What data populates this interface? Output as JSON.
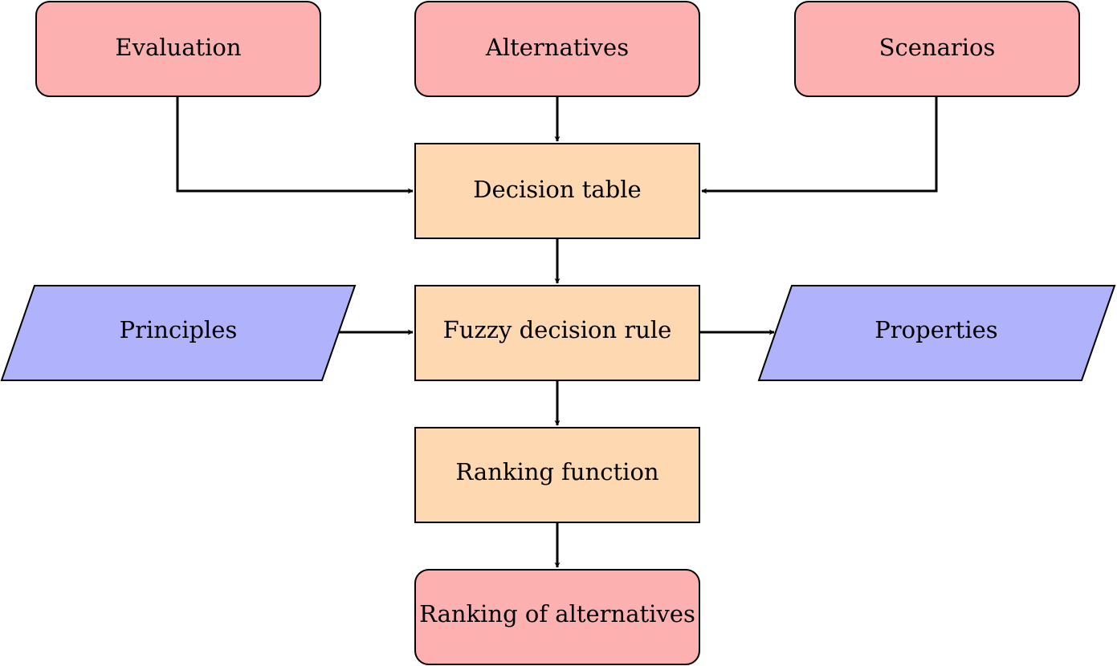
{
  "colors": {
    "terminal_fill": "#fcb0b0",
    "process_fill": "#fdd8b1",
    "io_fill": "#b1b2fc",
    "stroke": "#000000"
  },
  "nodes": {
    "evaluation": {
      "label": "Evaluation",
      "shape": "rounded-rectangle"
    },
    "alternatives": {
      "label": "Alternatives",
      "shape": "rounded-rectangle"
    },
    "scenarios": {
      "label": "Scenarios",
      "shape": "rounded-rectangle"
    },
    "decision_table": {
      "label": "Decision table",
      "shape": "rectangle"
    },
    "principles": {
      "label": "Principles",
      "shape": "parallelogram"
    },
    "fuzzy_decision_rule": {
      "label": "Fuzzy decision rule",
      "shape": "rectangle"
    },
    "properties": {
      "label": "Properties",
      "shape": "parallelogram"
    },
    "ranking_function": {
      "label": "Ranking function",
      "shape": "rectangle"
    },
    "ranking_of_alternatives": {
      "label": "Ranking of alternatives",
      "shape": "rounded-rectangle"
    }
  },
  "edges": [
    {
      "from": "evaluation",
      "to": "decision_table"
    },
    {
      "from": "alternatives",
      "to": "decision_table"
    },
    {
      "from": "scenarios",
      "to": "decision_table"
    },
    {
      "from": "decision_table",
      "to": "fuzzy_decision_rule"
    },
    {
      "from": "principles",
      "to": "fuzzy_decision_rule"
    },
    {
      "from": "fuzzy_decision_rule",
      "to": "properties"
    },
    {
      "from": "fuzzy_decision_rule",
      "to": "ranking_function"
    },
    {
      "from": "ranking_function",
      "to": "ranking_of_alternatives"
    }
  ]
}
